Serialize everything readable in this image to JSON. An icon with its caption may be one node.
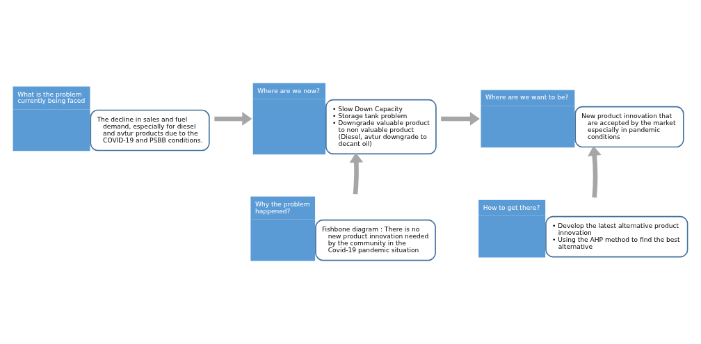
{
  "diagram": {
    "nodes": [
      {
        "text": [
          "What is the problem currently being faced",
          "The decline in sales and fuel demand, especially for diesel and avtur products due to the COVID-19 and PSBB conditions."
        ]
      },
      {
        "text": [
          "Where are we now?",
          "• Slow Down Capacity",
          "• Storage tank problem",
          "• Downgrade valuable product to non valuable product (Diesel, avtur downgrade to decant oil)"
        ]
      },
      {
        "text": [
          "Where are we want to be?",
          "New product innovation that are accepted by the market especially in pandemic conditions"
        ]
      },
      {
        "text": [
          "Why the problem happened?",
          "Fishbone diagram : There is no new product innovation needed by the community in the Covid-19 pandemic situation"
        ]
      },
      {
        "text": [
          "How to get there?",
          "• Develop the latest alternative product innovation",
          "• Using the AHP method to find the best alternative"
        ]
      }
    ],
    "edges": [
      {
        "from": 0,
        "to": 1,
        "arrow": "to"
      },
      {
        "from": 1,
        "to": 2,
        "arrow": "to"
      },
      {
        "from": 3,
        "to": 1,
        "arrow": "to"
      },
      {
        "from": 4,
        "to": 2,
        "arrow": "to"
      }
    ]
  }
}
